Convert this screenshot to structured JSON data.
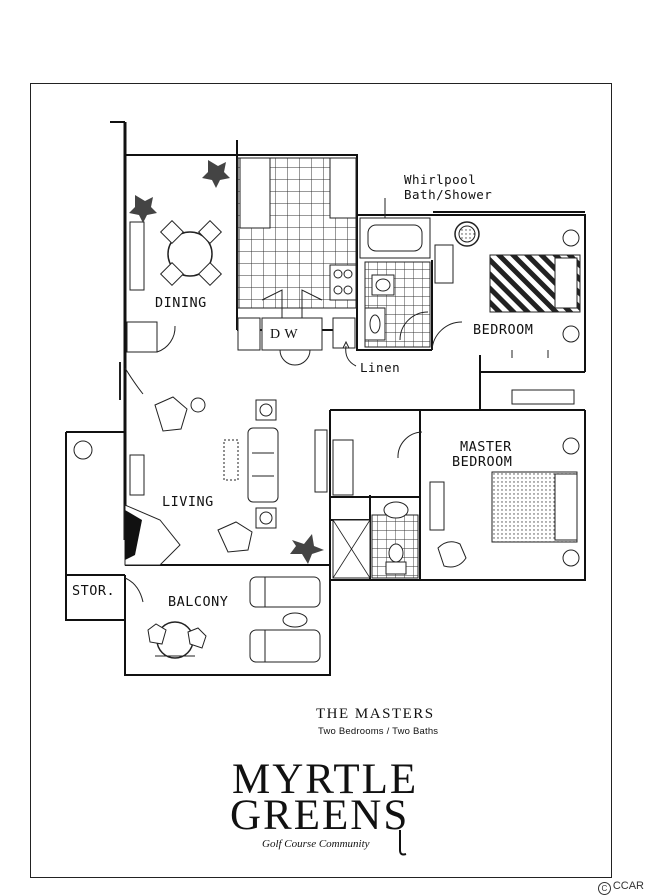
{
  "rooms": {
    "whirlpool": "Whirlpool\nBath/Shower",
    "whirlpool_line1": "Whirlpool",
    "whirlpool_line2": "Bath/Shower",
    "dining": "DINING",
    "dw": "D  W",
    "linen": "Linen",
    "bedroom": "BEDROOM",
    "master_line1": "MASTER",
    "master_line2": "BEDROOM",
    "living": "LIVING",
    "stor": "STOR.",
    "balcony": "BALCONY"
  },
  "plan": {
    "name": "THE MASTERS",
    "subtitle": "Two Bedrooms / Two Baths"
  },
  "logo": {
    "line1": "MYRTLE",
    "line2": "GREENS",
    "tagline": "Golf Course Community"
  },
  "credit": {
    "symbol": "C",
    "text": "CCAR"
  }
}
